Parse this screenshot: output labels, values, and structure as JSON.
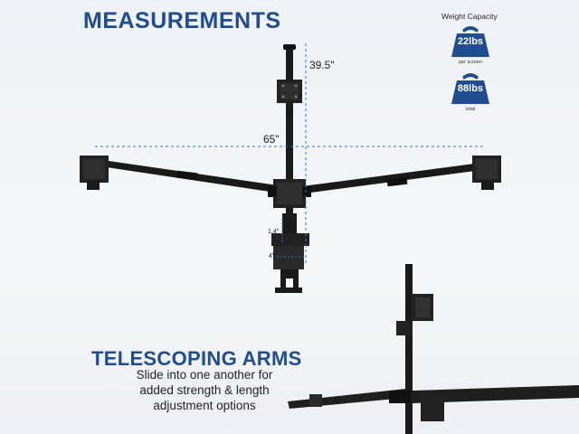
{
  "header": {
    "title": "MEASUREMENTS"
  },
  "capacity": {
    "title": "Weight Capacity",
    "per_screen": {
      "label": "22lbs",
      "sub": "per screen"
    },
    "total": {
      "label": "88lbs",
      "sub": "total"
    }
  },
  "dimensions": {
    "height": "39.5\"",
    "width": "65\"",
    "clamp_small": "1.4\"",
    "clamp_large": "4\""
  },
  "section": {
    "title": "TELESCOPING ARMS",
    "lines": [
      "Slide into one another for",
      "added strength & length",
      "adjustment options"
    ]
  },
  "colors": {
    "accent": "#1f4d8f",
    "weight_badge": "#1f4d8f",
    "dimension_line": "#3b6fd1"
  }
}
